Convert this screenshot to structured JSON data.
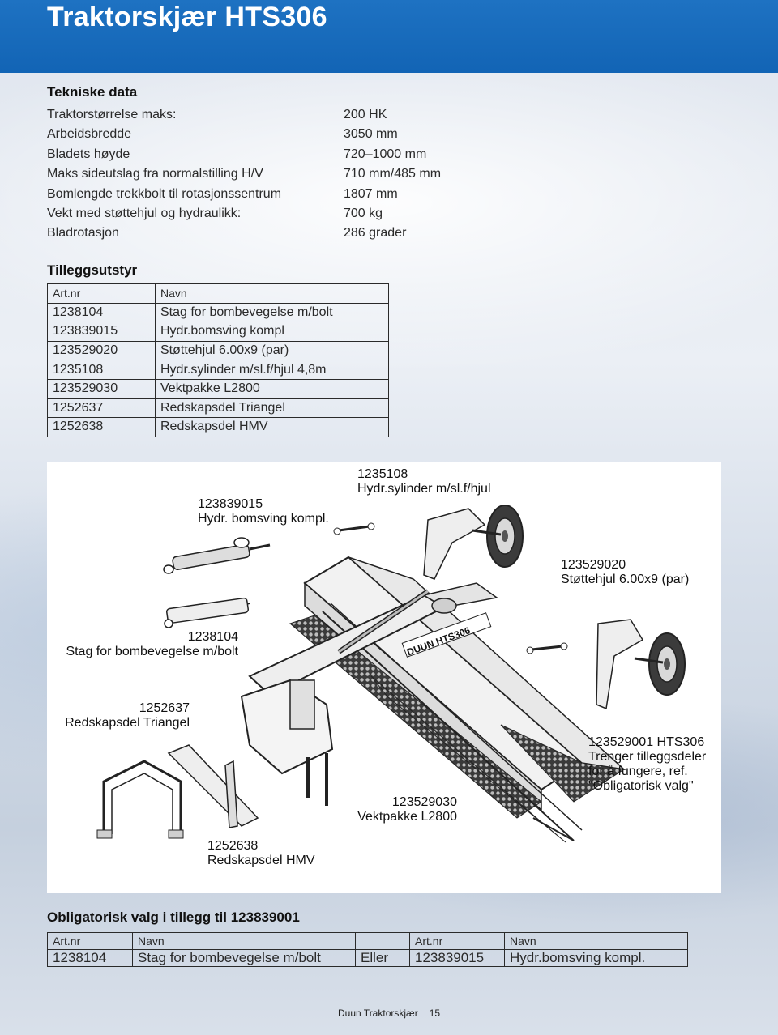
{
  "header": {
    "title": "Traktorskjær HTS306"
  },
  "tech": {
    "heading": "Tekniske data",
    "rows": [
      {
        "label": "Traktorstørrelse maks:",
        "value": "200 HK"
      },
      {
        "label": "Arbeidsbredde",
        "value": "3050 mm"
      },
      {
        "label": "Bladets høyde",
        "value": "720–1000 mm"
      },
      {
        "label": "Maks sideutslag fra normalstilling  H/V",
        "value": "710 mm/485 mm"
      },
      {
        "label": "Bomlengde trekkbolt til rotasjonssentrum",
        "value": "1807 mm"
      },
      {
        "label": "Vekt med støttehjul og hydraulikk:",
        "value": "700 kg"
      },
      {
        "label": "Bladrotasjon",
        "value": "286 grader"
      }
    ]
  },
  "accessories": {
    "heading": "Tilleggsutstyr",
    "col_artnr": "Art.nr",
    "col_navn": "Navn",
    "rows": [
      {
        "artnr": "1238104",
        "navn": "Stag for bombevegelse m/bolt"
      },
      {
        "artnr": "123839015",
        "navn": "Hydr.bomsving kompl"
      },
      {
        "artnr": "123529020",
        "navn": "Støttehjul 6.00x9 (par)"
      },
      {
        "artnr": "1235108",
        "navn": "Hydr.sylinder m/sl.f/hjul 4,8m"
      },
      {
        "artnr": "123529030",
        "navn": "Vektpakke L2800"
      },
      {
        "artnr": "1252637",
        "navn": "Redskapsdel Triangel"
      },
      {
        "artnr": "1252638",
        "navn": "Redskapsdel HMV"
      }
    ]
  },
  "diagram": {
    "blade_text": "DUUN HTS306",
    "callouts": {
      "c1235108": [
        "1235108",
        "Hydr.sylinder m/sl.f/hjul"
      ],
      "c123839015": [
        "123839015",
        "Hydr. bomsving kompl."
      ],
      "c123529020": [
        "123529020",
        "Støttehjul 6.00x9 (par)"
      ],
      "c1238104": [
        "1238104",
        "Stag for bombevegelse m/bolt"
      ],
      "c1252637": [
        "1252637",
        "Redskapsdel Triangel"
      ],
      "c123529001": [
        "123529001 HTS306",
        "Trenger tilleggsdeler",
        "for å fungere, ref.",
        "\"Obligatorisk valg\""
      ],
      "c123529030": [
        "123529030",
        "Vektpakke L2800"
      ],
      "c1252638": [
        "1252638",
        "Redskapsdel HMV"
      ]
    }
  },
  "mandatory": {
    "heading": "Obligatorisk valg i tillegg til 123839001",
    "col_artnr": "Art.nr",
    "col_navn": "Navn",
    "col_artnr2": "Art.nr",
    "col_navn2": "Navn",
    "row": {
      "artnr": "1238104",
      "navn": "Stag for bombevegelse m/bolt",
      "eller": "Eller",
      "artnr2": "123839015",
      "navn2": "Hydr.bomsving kompl."
    }
  },
  "footer": {
    "text": "Duun Traktorskjær",
    "page": "15"
  }
}
